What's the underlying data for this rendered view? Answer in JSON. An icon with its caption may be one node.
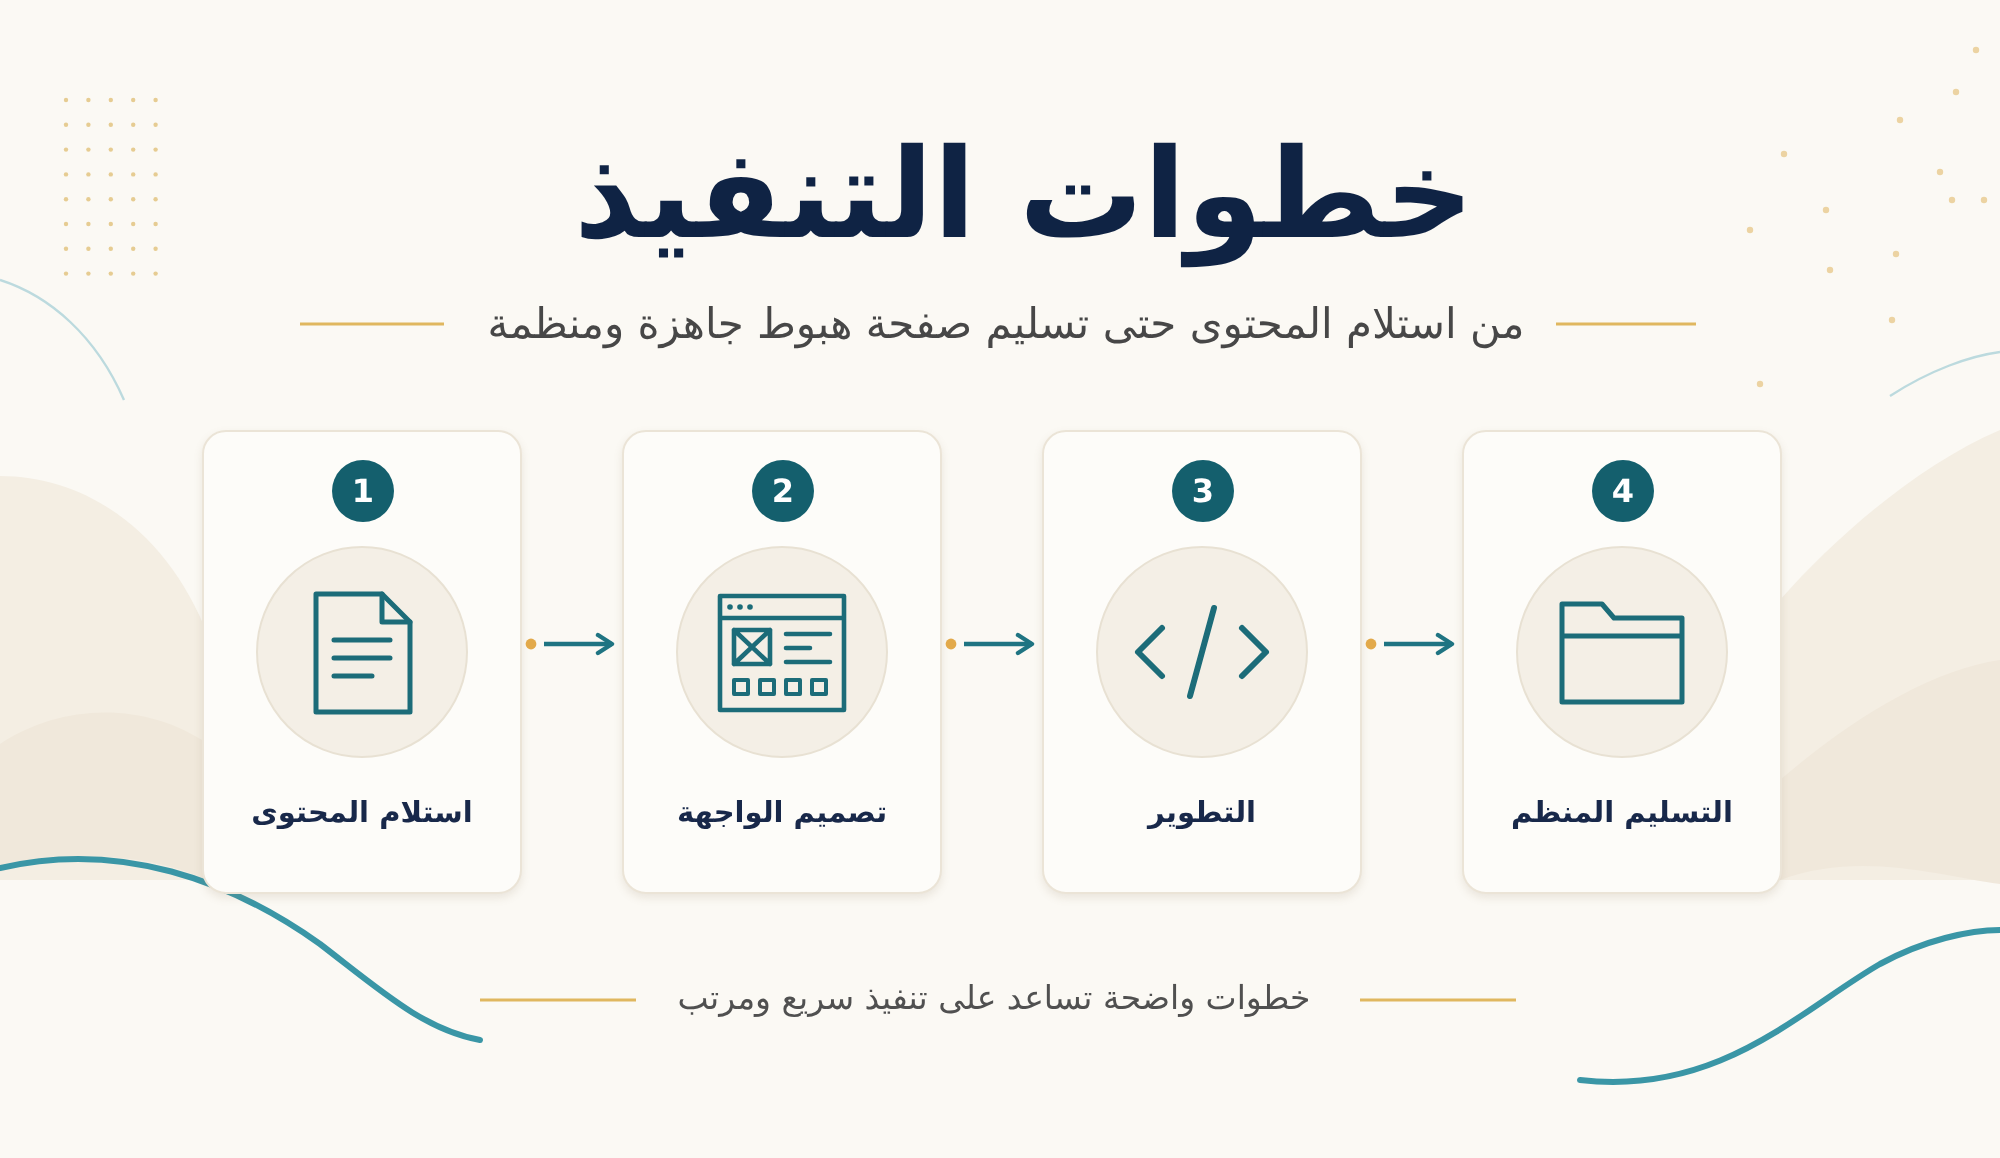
{
  "diagram": {
    "title": "خطوات التنفيذ",
    "nodes": [
      {
        "text": [
          "استلام المحتوى"
        ]
      },
      {
        "text": [
          "1"
        ],
        "in": 0
      },
      {
        "text": [
          "تصميم الواجهة"
        ]
      },
      {
        "text": [
          "2"
        ],
        "in": 2
      },
      {
        "text": [
          "التطوير"
        ]
      },
      {
        "text": [
          "3"
        ],
        "in": 4
      },
      {
        "text": [
          "التسليم المنظم"
        ]
      },
      {
        "text": [
          "4"
        ],
        "in": 6
      }
    ],
    "edges": [
      {
        "from": 0,
        "to": 2,
        "arrow": "to"
      },
      {
        "from": 2,
        "to": 4,
        "arrow": "to"
      },
      {
        "from": 4,
        "to": 6,
        "arrow": "to"
      }
    ],
    "labels": [
      "من استلام المحتوى حتى تسليم صفحة هبوط جاهزة ومنظمة",
      "خطوات واضحة تساعد على تنفيذ سريع ومرتب"
    ]
  }
}
